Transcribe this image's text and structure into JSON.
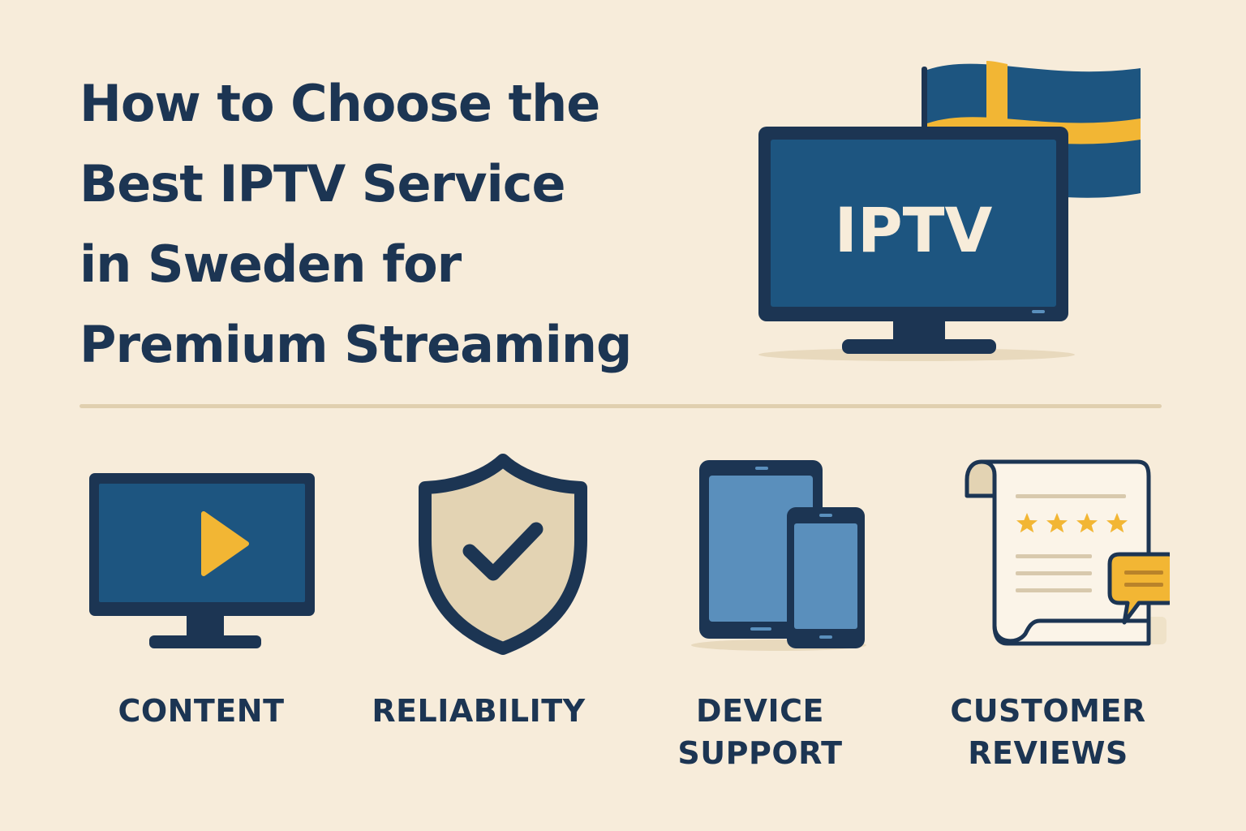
{
  "title_lines": [
    "How to Choose the",
    "Best IPTV Service",
    "in Sweden for",
    "Premium Streaming"
  ],
  "hero": {
    "screen_text": "IPTV",
    "icons": [
      "tv-icon",
      "sweden-flag-icon"
    ]
  },
  "features": [
    {
      "label_lines": [
        "CONTENT"
      ],
      "icon": "play-monitor-icon"
    },
    {
      "label_lines": [
        "RELIABILITY"
      ],
      "icon": "shield-check-icon"
    },
    {
      "label_lines": [
        "DEVICE",
        "SUPPORT"
      ],
      "icon": "tablet-phone-icon"
    },
    {
      "label_lines": [
        "CUSTOMER",
        "REVIEWS"
      ],
      "icon": "review-scroll-icon"
    }
  ],
  "colors": {
    "background": "#f7ecda",
    "navy": "#1c3553",
    "screen_blue": "#1d5580",
    "accent_yellow": "#f2b634",
    "device_blue": "#5a8fbc",
    "shield_fill": "#e3d3b3",
    "divider": "#e0cfaf"
  }
}
